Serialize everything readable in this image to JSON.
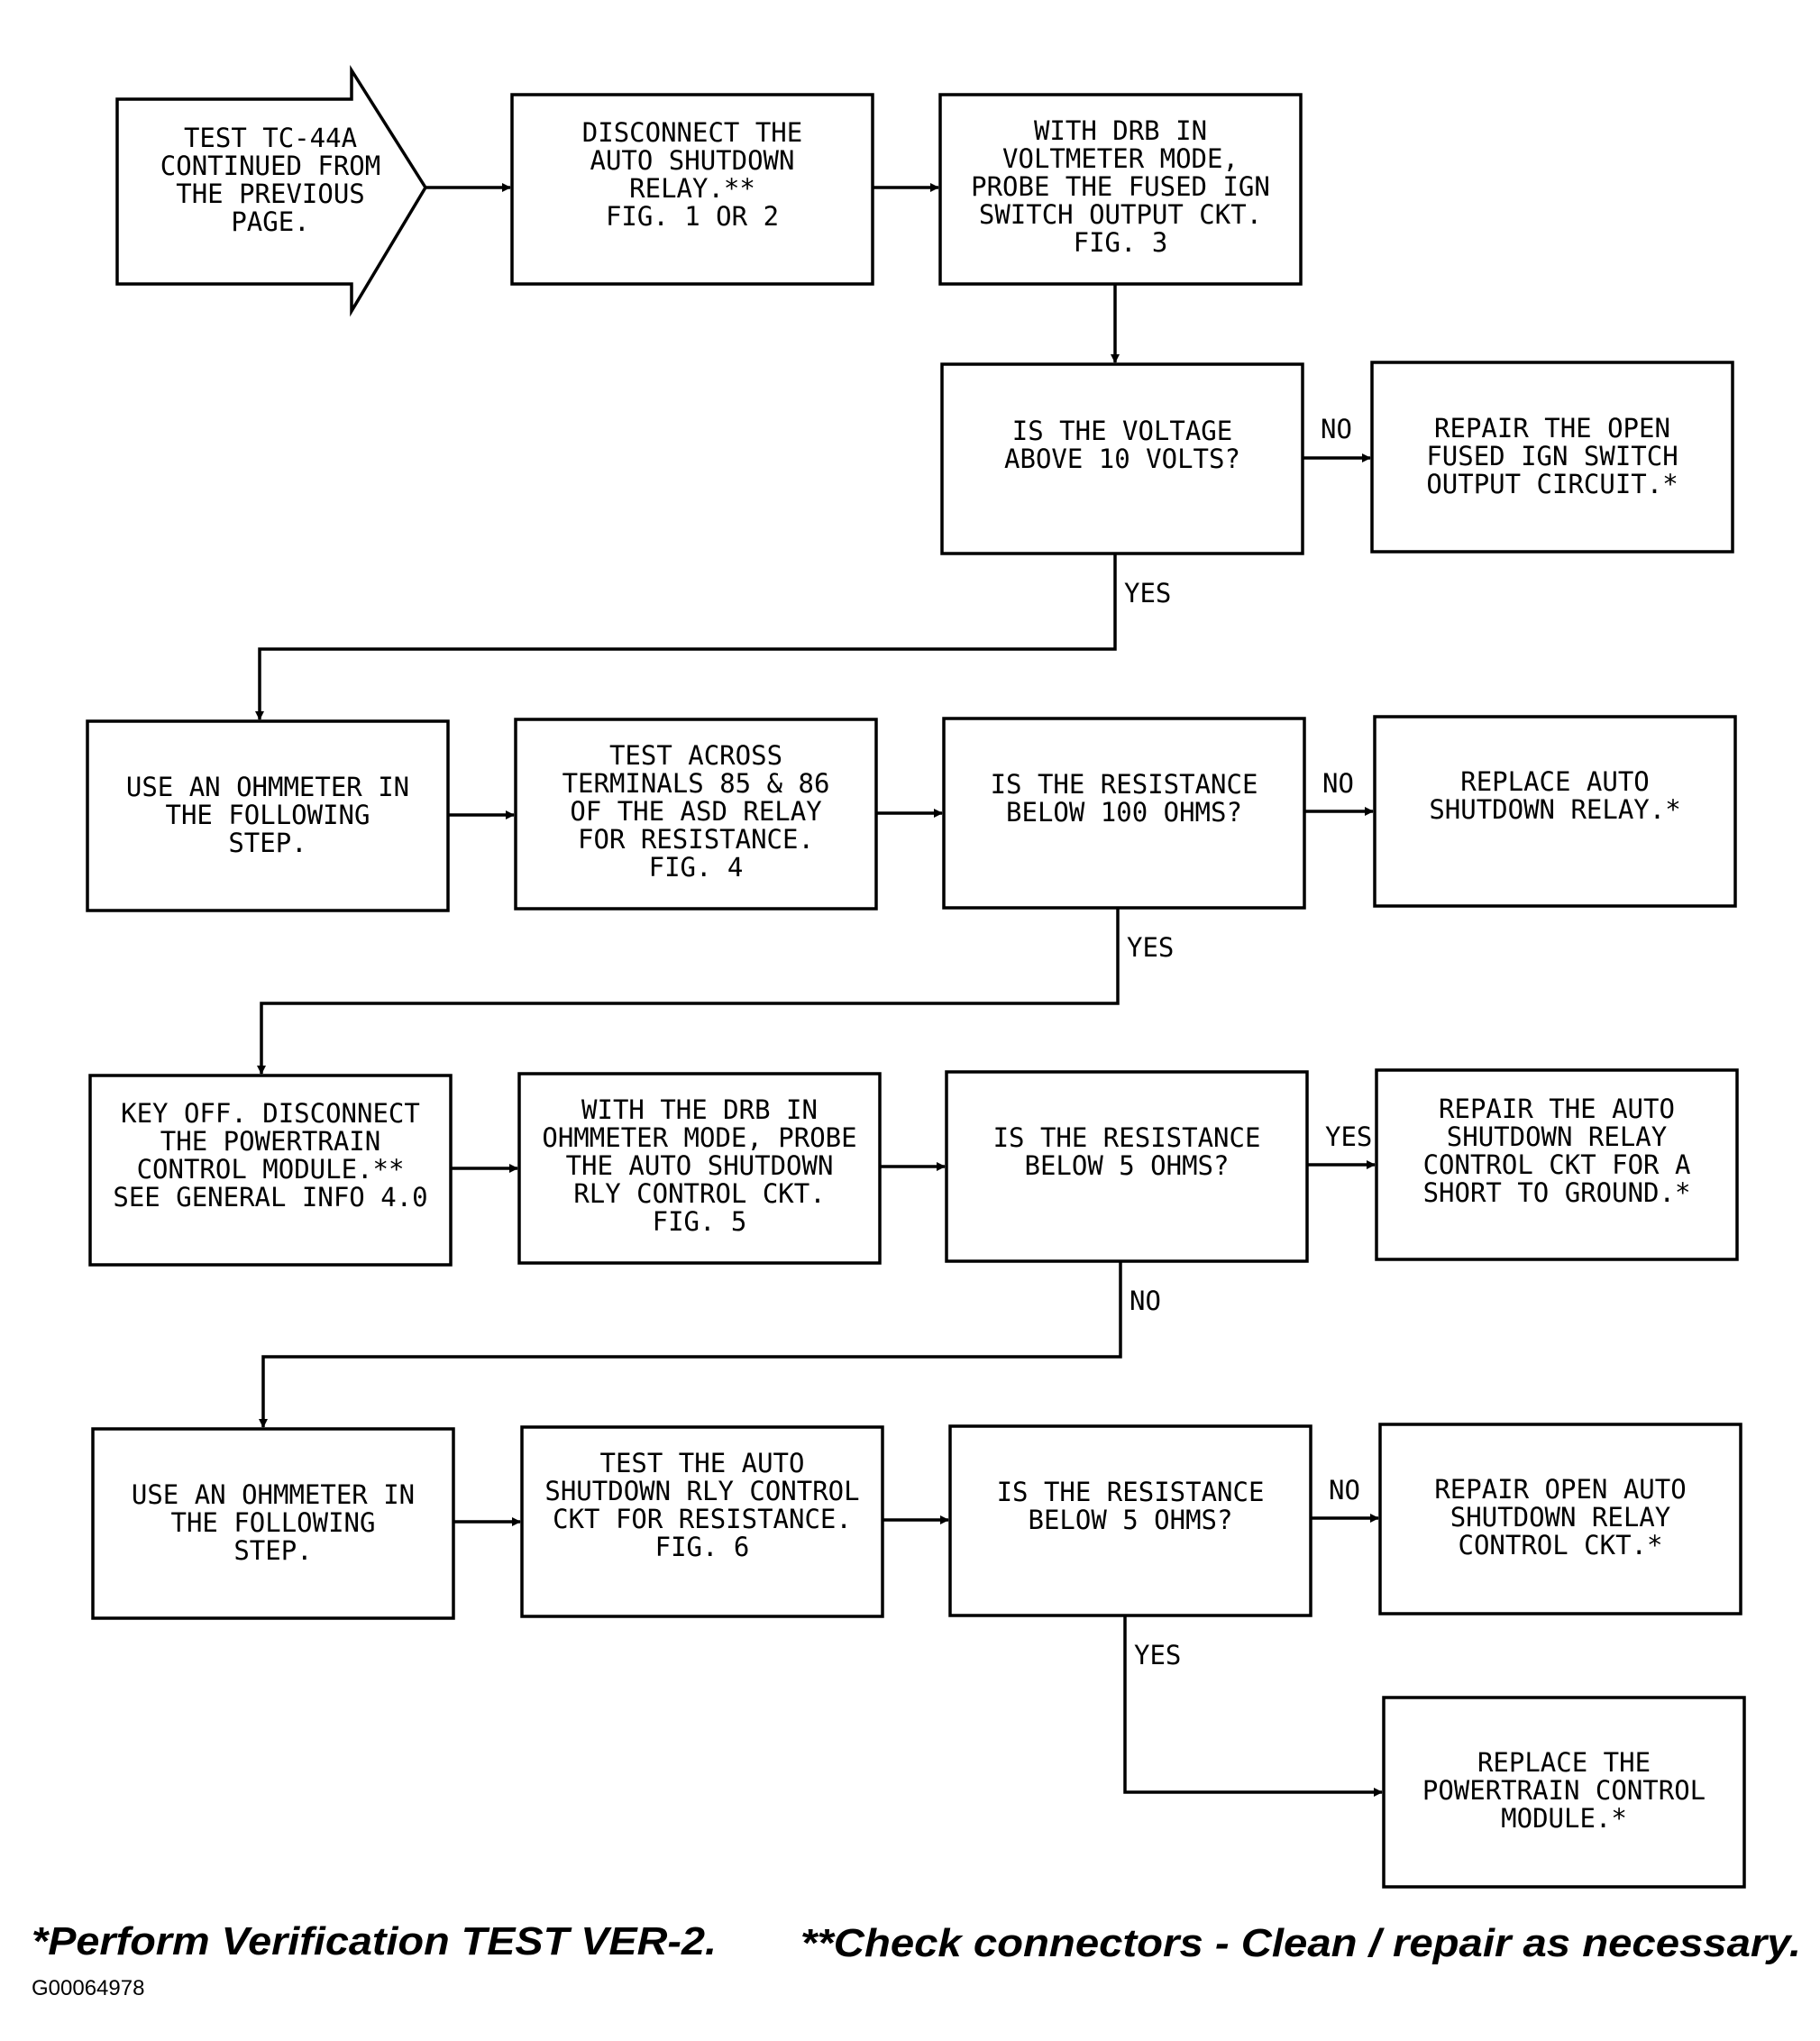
{
  "steps": {
    "s1": [
      "TEST TC-44A",
      "CONTINUED FROM",
      "THE PREVIOUS",
      "PAGE."
    ],
    "s2": [
      "DISCONNECT THE",
      "AUTO SHUTDOWN",
      "RELAY.**",
      "",
      "FIG. 1 OR 2"
    ],
    "s3": [
      "WITH DRB IN",
      "VOLTMETER MODE,",
      "PROBE THE FUSED IGN",
      "SWITCH OUTPUT CKT.",
      "FIG. 3"
    ],
    "s4": [
      "IS THE VOLTAGE",
      "ABOVE 10 VOLTS?"
    ],
    "s5": [
      "REPAIR THE OPEN",
      "FUSED IGN SWITCH",
      "OUTPUT CIRCUIT.*"
    ],
    "s6": [
      "USE AN OHMMETER IN",
      "THE FOLLOWING",
      "STEP."
    ],
    "s7": [
      "TEST ACROSS",
      "TERMINALS 85 & 86",
      "OF THE ASD RELAY",
      "FOR RESISTANCE.",
      "FIG. 4"
    ],
    "s8": [
      "IS THE RESISTANCE",
      "BELOW 100 OHMS?"
    ],
    "s9": [
      "REPLACE AUTO",
      "SHUTDOWN RELAY.*"
    ],
    "s10": [
      "KEY OFF. DISCONNECT",
      "THE POWERTRAIN",
      "CONTROL MODULE.**",
      "",
      "SEE GENERAL INFO 4.0"
    ],
    "s11": [
      "WITH THE DRB IN",
      "OHMMETER MODE, PROBE",
      "THE AUTO SHUTDOWN",
      "RLY CONTROL CKT.",
      "FIG. 5"
    ],
    "s12": [
      "IS THE RESISTANCE",
      "BELOW 5 OHMS?"
    ],
    "s13": [
      "REPAIR THE AUTO",
      "SHUTDOWN RELAY",
      "CONTROL CKT FOR A",
      "SHORT TO GROUND.*"
    ],
    "s14": [
      "USE AN OHMMETER IN",
      "THE FOLLOWING",
      "STEP."
    ],
    "s15": [
      "TEST THE AUTO",
      "SHUTDOWN RLY CONTROL",
      "CKT FOR RESISTANCE.",
      "",
      "FIG. 6"
    ],
    "s16": [
      "IS THE RESISTANCE",
      "BELOW 5 OHMS?"
    ],
    "s17": [
      "REPAIR OPEN AUTO",
      "SHUTDOWN RELAY",
      "CONTROL CKT.*"
    ],
    "s18": [
      "REPLACE THE",
      "POWERTRAIN CONTROL",
      "MODULE.*"
    ]
  },
  "labels": {
    "no1": "NO",
    "yes1": "YES",
    "no2": "NO",
    "yes2": "YES",
    "yes3": "YES",
    "no3": "NO",
    "no4": "NO",
    "yes4": "YES"
  },
  "footer": {
    "note1": "*Perform Verification TEST VER-2.",
    "note2": "**Check connectors - Clean / repair as necessary.",
    "code": "G00064978"
  }
}
